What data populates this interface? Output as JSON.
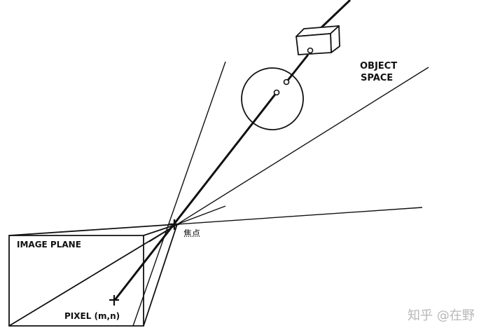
{
  "labels": {
    "object_space_line1": "OBJECT",
    "object_space_line2": "SPACE",
    "image_plane": "IMAGE PLANE",
    "pixel": "PIXEL (m,n)",
    "focal_point": "焦点"
  },
  "watermark": "知乎 @在野",
  "colors": {
    "stroke": "#111111",
    "background": "#ffffff",
    "watermark": "#b8b8b8"
  }
}
